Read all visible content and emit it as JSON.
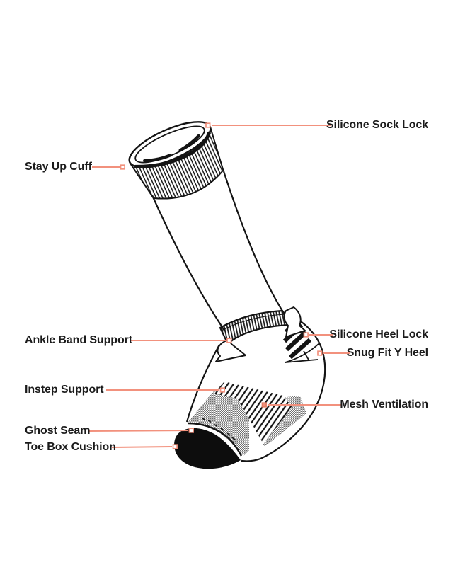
{
  "diagram": {
    "subject": "sock-feature-diagram",
    "colors": {
      "accent": "#F2917D",
      "ink": "#141414",
      "mesh_gray": "#6e6e6e",
      "background": "#ffffff"
    },
    "labels": {
      "silicone_sock_lock": "Silicone Sock Lock",
      "stay_up_cuff": "Stay Up Cuff",
      "ankle_band_support": "Ankle Band Support",
      "silicone_heel_lock": "Silicone Heel Lock",
      "snug_fit_y_heel": "Snug Fit Y Heel",
      "instep_support": "Instep Support",
      "mesh_ventilation": "Mesh Ventilation",
      "ghost_seam": "Ghost Seam",
      "toe_box_cushion": "Toe Box Cushion"
    }
  }
}
